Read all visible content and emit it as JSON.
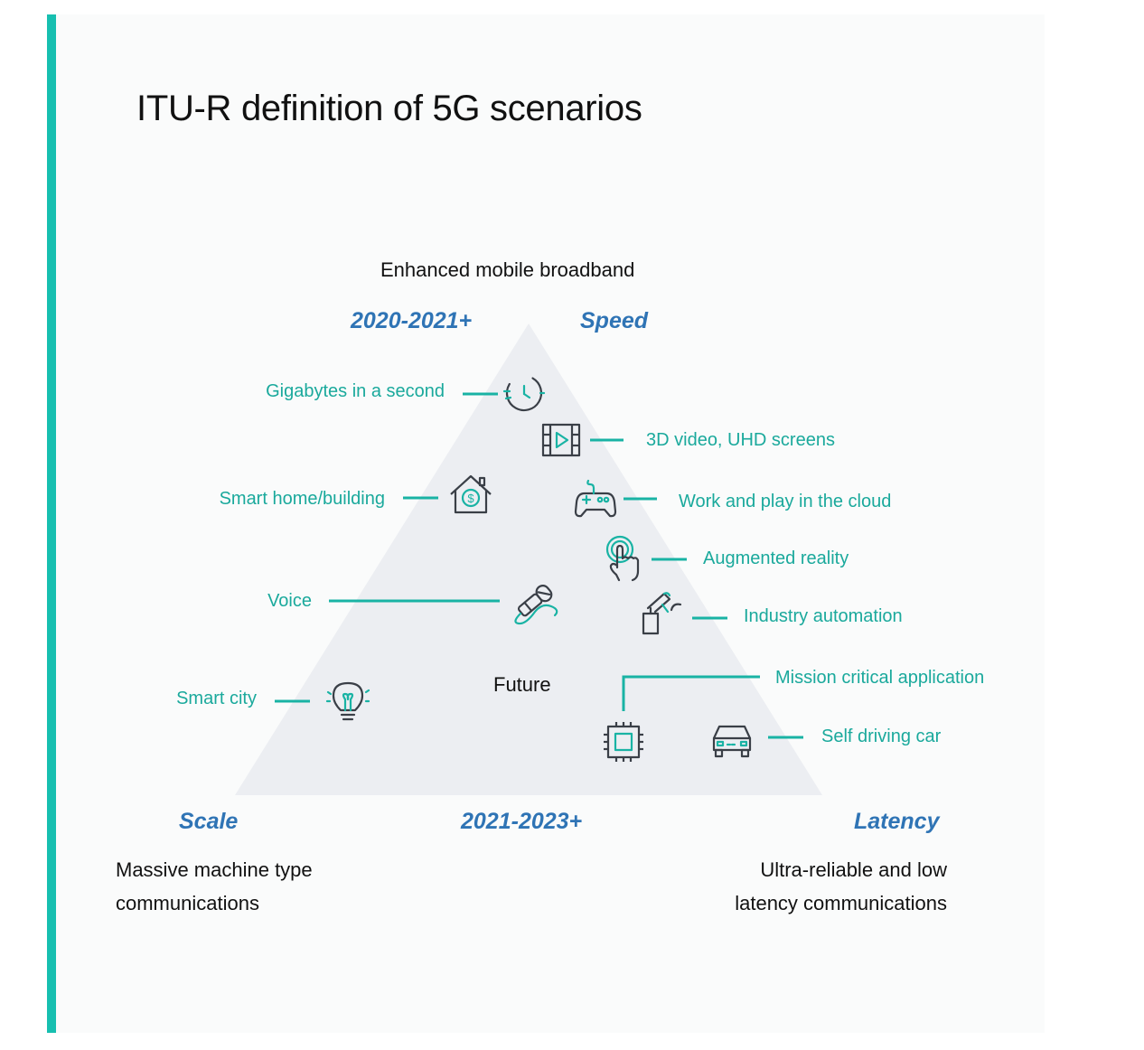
{
  "colors": {
    "accent": "#17bfb0",
    "teal_text": "#1aa99c",
    "blue_label": "#2f74b5",
    "pyramid_fill": "#eceef2",
    "icon_stroke": "#3a3f47",
    "icon_accent": "#19b3a4",
    "title_text": "#111111"
  },
  "title": "ITU-R definition of 5G scenarios",
  "corners": {
    "top": {
      "heading": "Enhanced mobile broadband",
      "year": "2020-2021+",
      "axis": "Speed"
    },
    "bottom_left": {
      "axis": "Scale",
      "heading_line1": "Massive machine type",
      "heading_line2": "communications"
    },
    "bottom_center": {
      "year": "2021-2023+"
    },
    "bottom_right": {
      "axis": "Latency",
      "heading_line1": "Ultra-reliable and low",
      "heading_line2": "latency communications"
    }
  },
  "center_label": "Future",
  "use_cases": {
    "gigabytes": {
      "label": "Gigabytes in a second",
      "icon": "stopwatch-icon"
    },
    "video": {
      "label": "3D video, UHD screens",
      "icon": "film-play-icon"
    },
    "smart_home": {
      "label": "Smart home/building",
      "icon": "house-dollar-icon"
    },
    "cloud": {
      "label": "Work and play in the cloud",
      "icon": "gamepad-icon"
    },
    "ar": {
      "label": "Augmented reality",
      "icon": "touch-hand-icon"
    },
    "voice": {
      "label": "Voice",
      "icon": "microphone-icon"
    },
    "industry": {
      "label": "Industry automation",
      "icon": "robot-arm-icon"
    },
    "mission": {
      "label": "Mission critical application",
      "icon": "chip-icon"
    },
    "smart_city": {
      "label": "Smart city",
      "icon": "lightbulb-icon"
    },
    "car": {
      "label": "Self driving car",
      "icon": "car-icon"
    }
  }
}
